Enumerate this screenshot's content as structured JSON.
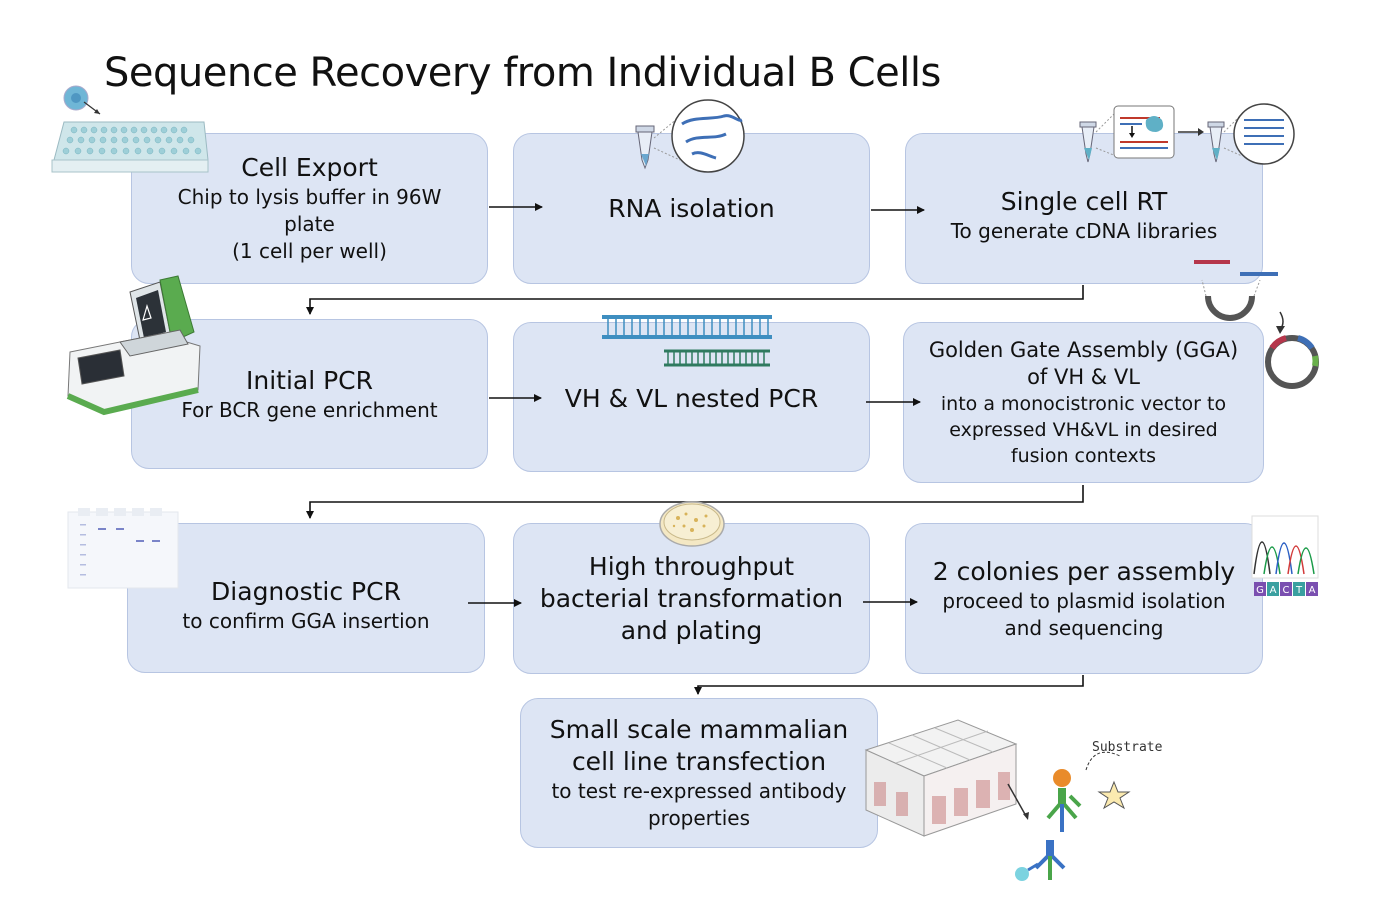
{
  "title": "Sequence Recovery from Individual B Cells",
  "steps": {
    "cell_export": {
      "heading": "Cell Export",
      "lines": [
        "Chip to lysis buffer in 96W",
        "plate",
        "(1 cell per well)"
      ]
    },
    "rna_isolation": {
      "heading": "RNA isolation"
    },
    "single_cell_rt": {
      "heading": "Single cell RT",
      "lines": [
        "To generate cDNA libraries"
      ]
    },
    "initial_pcr": {
      "heading": "Initial PCR",
      "lines": [
        "For BCR gene enrichment"
      ]
    },
    "nested_pcr": {
      "heading": "VH & VL nested PCR"
    },
    "gga": {
      "heading_lines": [
        "Golden Gate Assembly (GGA)",
        "of VH & VL"
      ],
      "lines": [
        "into a monocistronic vector to",
        "expressed VH&VL in desired",
        "fusion contexts"
      ]
    },
    "diagnostic_pcr": {
      "heading": "Diagnostic PCR",
      "lines": [
        "to confirm GGA insertion"
      ]
    },
    "transformation": {
      "heading_lines": [
        "High throughput",
        "bacterial transformation",
        "and plating"
      ]
    },
    "colonies": {
      "heading": "2 colonies per assembly",
      "lines": [
        "proceed to plasmid isolation",
        "and sequencing"
      ]
    },
    "transfection": {
      "heading_lines": [
        "Small scale mammalian",
        "cell line transfection"
      ],
      "lines": [
        "to test re-expressed antibody",
        "properties"
      ]
    }
  },
  "substrate_label": "Substrate",
  "sequencing_bases": [
    "G",
    "A",
    "C",
    "T",
    "A"
  ],
  "colors": {
    "box_fill": "#dde5f4",
    "box_border": "#b7c5e2",
    "arrow": "#111111",
    "dna_blue": "#3e6fb6",
    "dna_teal": "#2f8a6f",
    "pcr_green": "#5aab4f",
    "antibody_blue": "#3a72c4",
    "antibody_green": "#4aa54a",
    "substrate_orange": "#e98b2a",
    "star_fill": "#fbeab0"
  }
}
